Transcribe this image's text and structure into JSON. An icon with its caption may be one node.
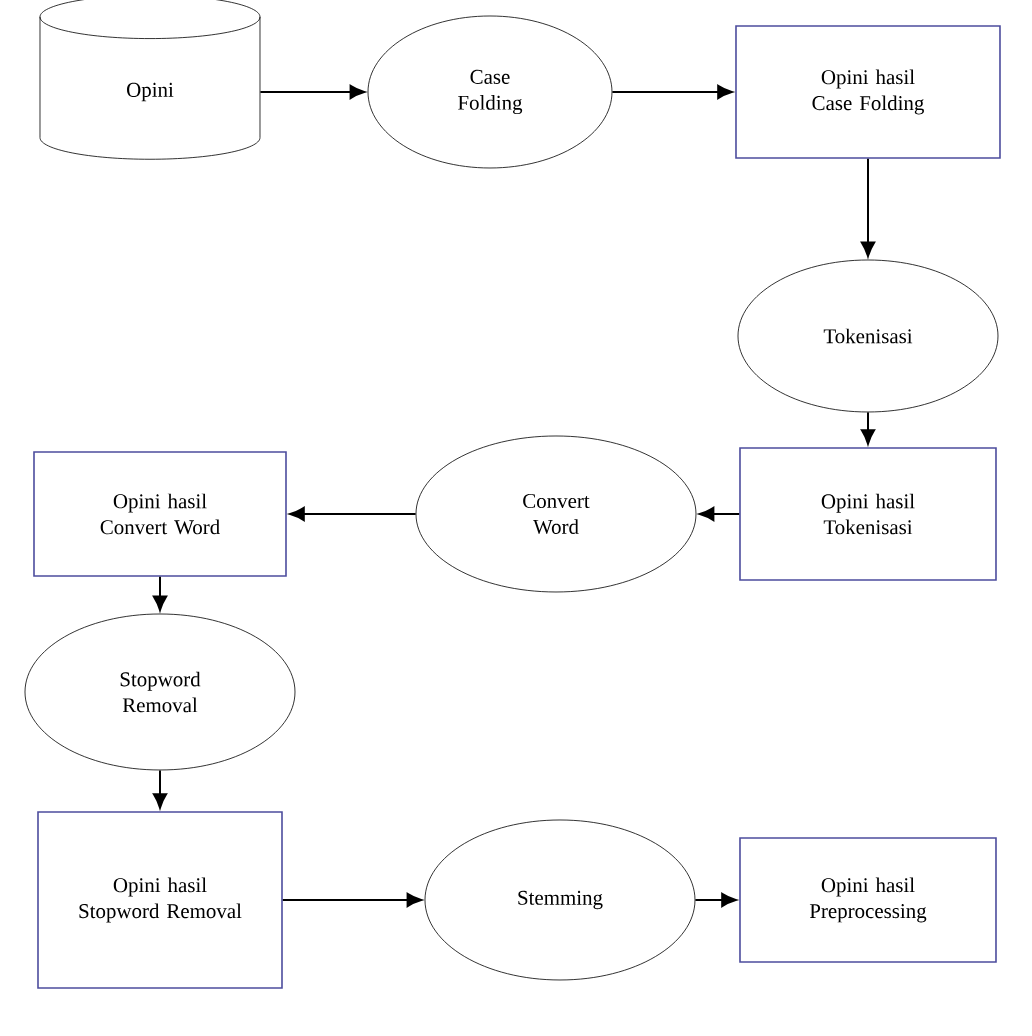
{
  "diagram": {
    "nodes": [
      {
        "text": [
          "Opini"
        ]
      },
      {
        "text": [
          "Case Folding"
        ]
      },
      {
        "text": [
          "Opini hasil Case Folding"
        ]
      },
      {
        "text": [
          "Tokenisasi"
        ]
      },
      {
        "text": [
          "Opini hasil Tokenisasi"
        ]
      },
      {
        "text": [
          "Convert Word"
        ]
      },
      {
        "text": [
          "Opini hasil Convert Word"
        ]
      },
      {
        "text": [
          "Stopword Removal"
        ]
      },
      {
        "text": [
          "Opini hasil Stopword Removal"
        ]
      },
      {
        "text": [
          "Stemming"
        ]
      },
      {
        "text": [
          "Opini hasil Preprocessing"
        ]
      }
    ],
    "edges": [
      {
        "from": 0,
        "to": 1,
        "arrow": "to"
      },
      {
        "from": 1,
        "to": 2,
        "arrow": "to"
      },
      {
        "from": 2,
        "to": 3,
        "arrow": "to"
      },
      {
        "from": 3,
        "to": 4,
        "arrow": "to"
      },
      {
        "from": 4,
        "to": 5,
        "arrow": "to"
      },
      {
        "from": 5,
        "to": 6,
        "arrow": "to"
      },
      {
        "from": 6,
        "to": 7,
        "arrow": "to"
      },
      {
        "from": 7,
        "to": 8,
        "arrow": "to"
      },
      {
        "from": 8,
        "to": 9,
        "arrow": "to"
      },
      {
        "from": 9,
        "to": 10,
        "arrow": "to"
      }
    ]
  }
}
